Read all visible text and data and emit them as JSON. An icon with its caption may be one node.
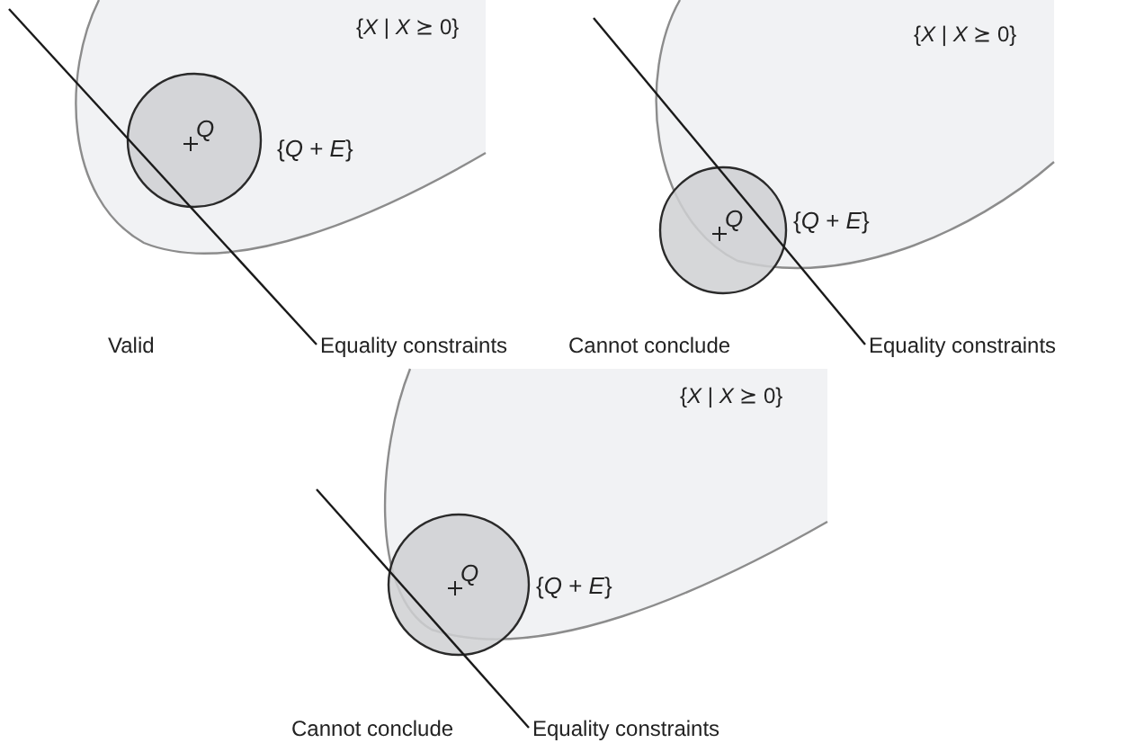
{
  "diagram": {
    "nodes": [
      {
        "text": [
          "{*X* | *X* ⪰ 0}"
        ]
      },
      {
        "text": [
          "Q"
        ],
        "beside": [
          "{*Q* + *E*}"
        ],
        "in": 0
      },
      {
        "text": [
          "Equality constraints"
        ]
      },
      {
        "text": [
          "{*X* | *X* ⪰ 0}"
        ]
      },
      {
        "text": [
          "Q"
        ],
        "beside": [
          "{*Q* + *E*}"
        ]
      },
      {
        "text": [
          "Equality constraints"
        ]
      },
      {
        "text": [
          "{*X* | *X* ⪰ 0}"
        ]
      },
      {
        "text": [
          "Q"
        ],
        "beside": [
          "{*Q* + *E*}"
        ]
      },
      {
        "text": [
          "Equality constraints"
        ]
      }
    ],
    "edges": [
      {
        "from": null,
        "to": 2,
        "arrow": "none"
      },
      {
        "from": null,
        "to": 5,
        "arrow": "none"
      },
      {
        "from": null,
        "to": 8,
        "arrow": "none"
      }
    ],
    "labels": [
      "Valid",
      "Cannot conclude",
      "Cannot conclude"
    ]
  }
}
